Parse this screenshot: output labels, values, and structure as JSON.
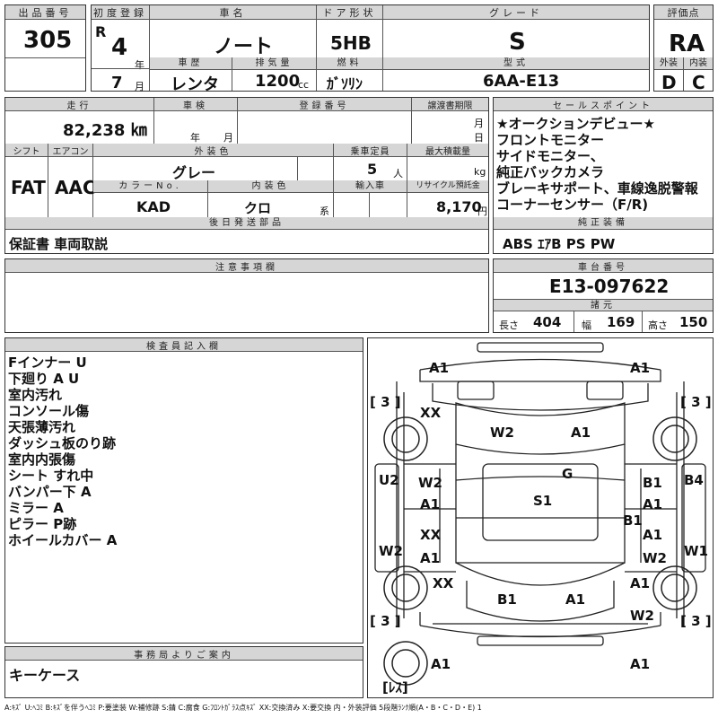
{
  "lot": {
    "label": "出品番号",
    "value": "305"
  },
  "first_reg": {
    "label": "初度登録",
    "era": "R",
    "year": "4",
    "year_unit": "年",
    "month": "7",
    "month_unit": "月"
  },
  "car_name": {
    "label": "車名",
    "value": "ノート"
  },
  "door": {
    "label": "ドア形状",
    "value": "5HB"
  },
  "grade": {
    "label": "グレード",
    "value": "S"
  },
  "score": {
    "label": "評価点",
    "value": "RA"
  },
  "history": {
    "label": "車歴",
    "value": "レンタ"
  },
  "displacement": {
    "label": "排気量",
    "value": "1200",
    "unit": "cc"
  },
  "fuel": {
    "label": "燃料",
    "value": "ｶﾞｿﾘﾝ"
  },
  "model": {
    "label": "型式",
    "value": "6AA-E13"
  },
  "exterior_grade": {
    "label": "外装",
    "value": "D"
  },
  "interior_grade": {
    "label": "内装",
    "value": "C"
  },
  "mileage": {
    "label": "走行",
    "value": "82,238 ㎞"
  },
  "inspection": {
    "label": "車検",
    "year_unit": "年",
    "month_unit": "月"
  },
  "reg_no": {
    "label": "登録番号"
  },
  "transfer_deadline": {
    "label": "譲渡書期限",
    "month_unit": "月",
    "day_unit": "日"
  },
  "shift": {
    "label": "シフト",
    "value": "FAT"
  },
  "ac": {
    "label": "エアコン",
    "value": "AAC"
  },
  "color": {
    "label": "外装色",
    "value": "グレー"
  },
  "capacity": {
    "label": "乗車定員",
    "value": "5",
    "unit": "人"
  },
  "max_load": {
    "label": "最大積載量",
    "unit": "kg"
  },
  "color_no": {
    "label": "カラーNo.",
    "value": "KAD"
  },
  "interior_color": {
    "label": "内装色",
    "value": "クロ",
    "unit": "系"
  },
  "import": {
    "label": "輸入車"
  },
  "recycle": {
    "label": "リサイクル預託金",
    "value": "8,170",
    "unit": "円"
  },
  "later_parts": {
    "label": "後日発送部品",
    "value": "保証書 車両取説"
  },
  "sales_points": {
    "label": "セールスポイント",
    "items": [
      "★オークションデビュー★",
      "フロントモニター",
      "サイドモニター、",
      "純正バックカメラ",
      "ブレーキサポート、車線逸脱警報",
      "コーナーセンサー（F/R)"
    ]
  },
  "equipment": {
    "label": "純正装備",
    "value": "ABS ｴｱB PS PW"
  },
  "notes": {
    "label": "注意事項欄"
  },
  "chassis": {
    "label": "車台番号",
    "value": "E13-097622"
  },
  "dims": {
    "label": "諸元",
    "length_label": "長さ",
    "length": "404",
    "width_label": "幅",
    "width": "169",
    "height_label": "高さ",
    "height": "150"
  },
  "inspector": {
    "label": "検査員記入欄",
    "items": [
      "Fインナー U",
      "下廻り A U",
      "室内汚れ",
      "コンソール傷",
      "天張薄汚れ",
      "ダッシュ板のり跡",
      "室内内張傷",
      "シート すれ中",
      "バンパー下 A",
      "ミラー A",
      "ピラー P跡",
      "ホイールカバー A"
    ]
  },
  "office": {
    "label": "事務局よりご案内",
    "value": "キーケース"
  },
  "diagram": {
    "marks": [
      "A1",
      "A1",
      "XX",
      "W2",
      "A1",
      "G",
      "S1",
      "W2",
      "A1",
      "B1",
      "A1",
      "B1",
      "XX",
      "A1",
      "A1",
      "W2",
      "U2",
      "B4",
      "W2",
      "W1",
      "XX",
      "B1",
      "A1",
      "A1",
      "W2",
      "A1",
      "A1",
      "[ 3 ]",
      "[ 3 ]",
      "[ 3 ]",
      "[ 3 ]",
      "[ﾚｽ]"
    ]
  },
  "legend": "A:ｷｽﾞ U:ﾍｺﾐ B:ｷｽﾞを伴うﾍｺﾐ P:要塗装 W:補修跡 S:錆 C:腐食 G:ﾌﾛﾝﾄｶﾞﾗｽ点ｷｽﾞ XX:交換済み X:要交換 内・外装評価 5段階ﾗﾝｸ順(A・B・C・D・E) 1"
}
